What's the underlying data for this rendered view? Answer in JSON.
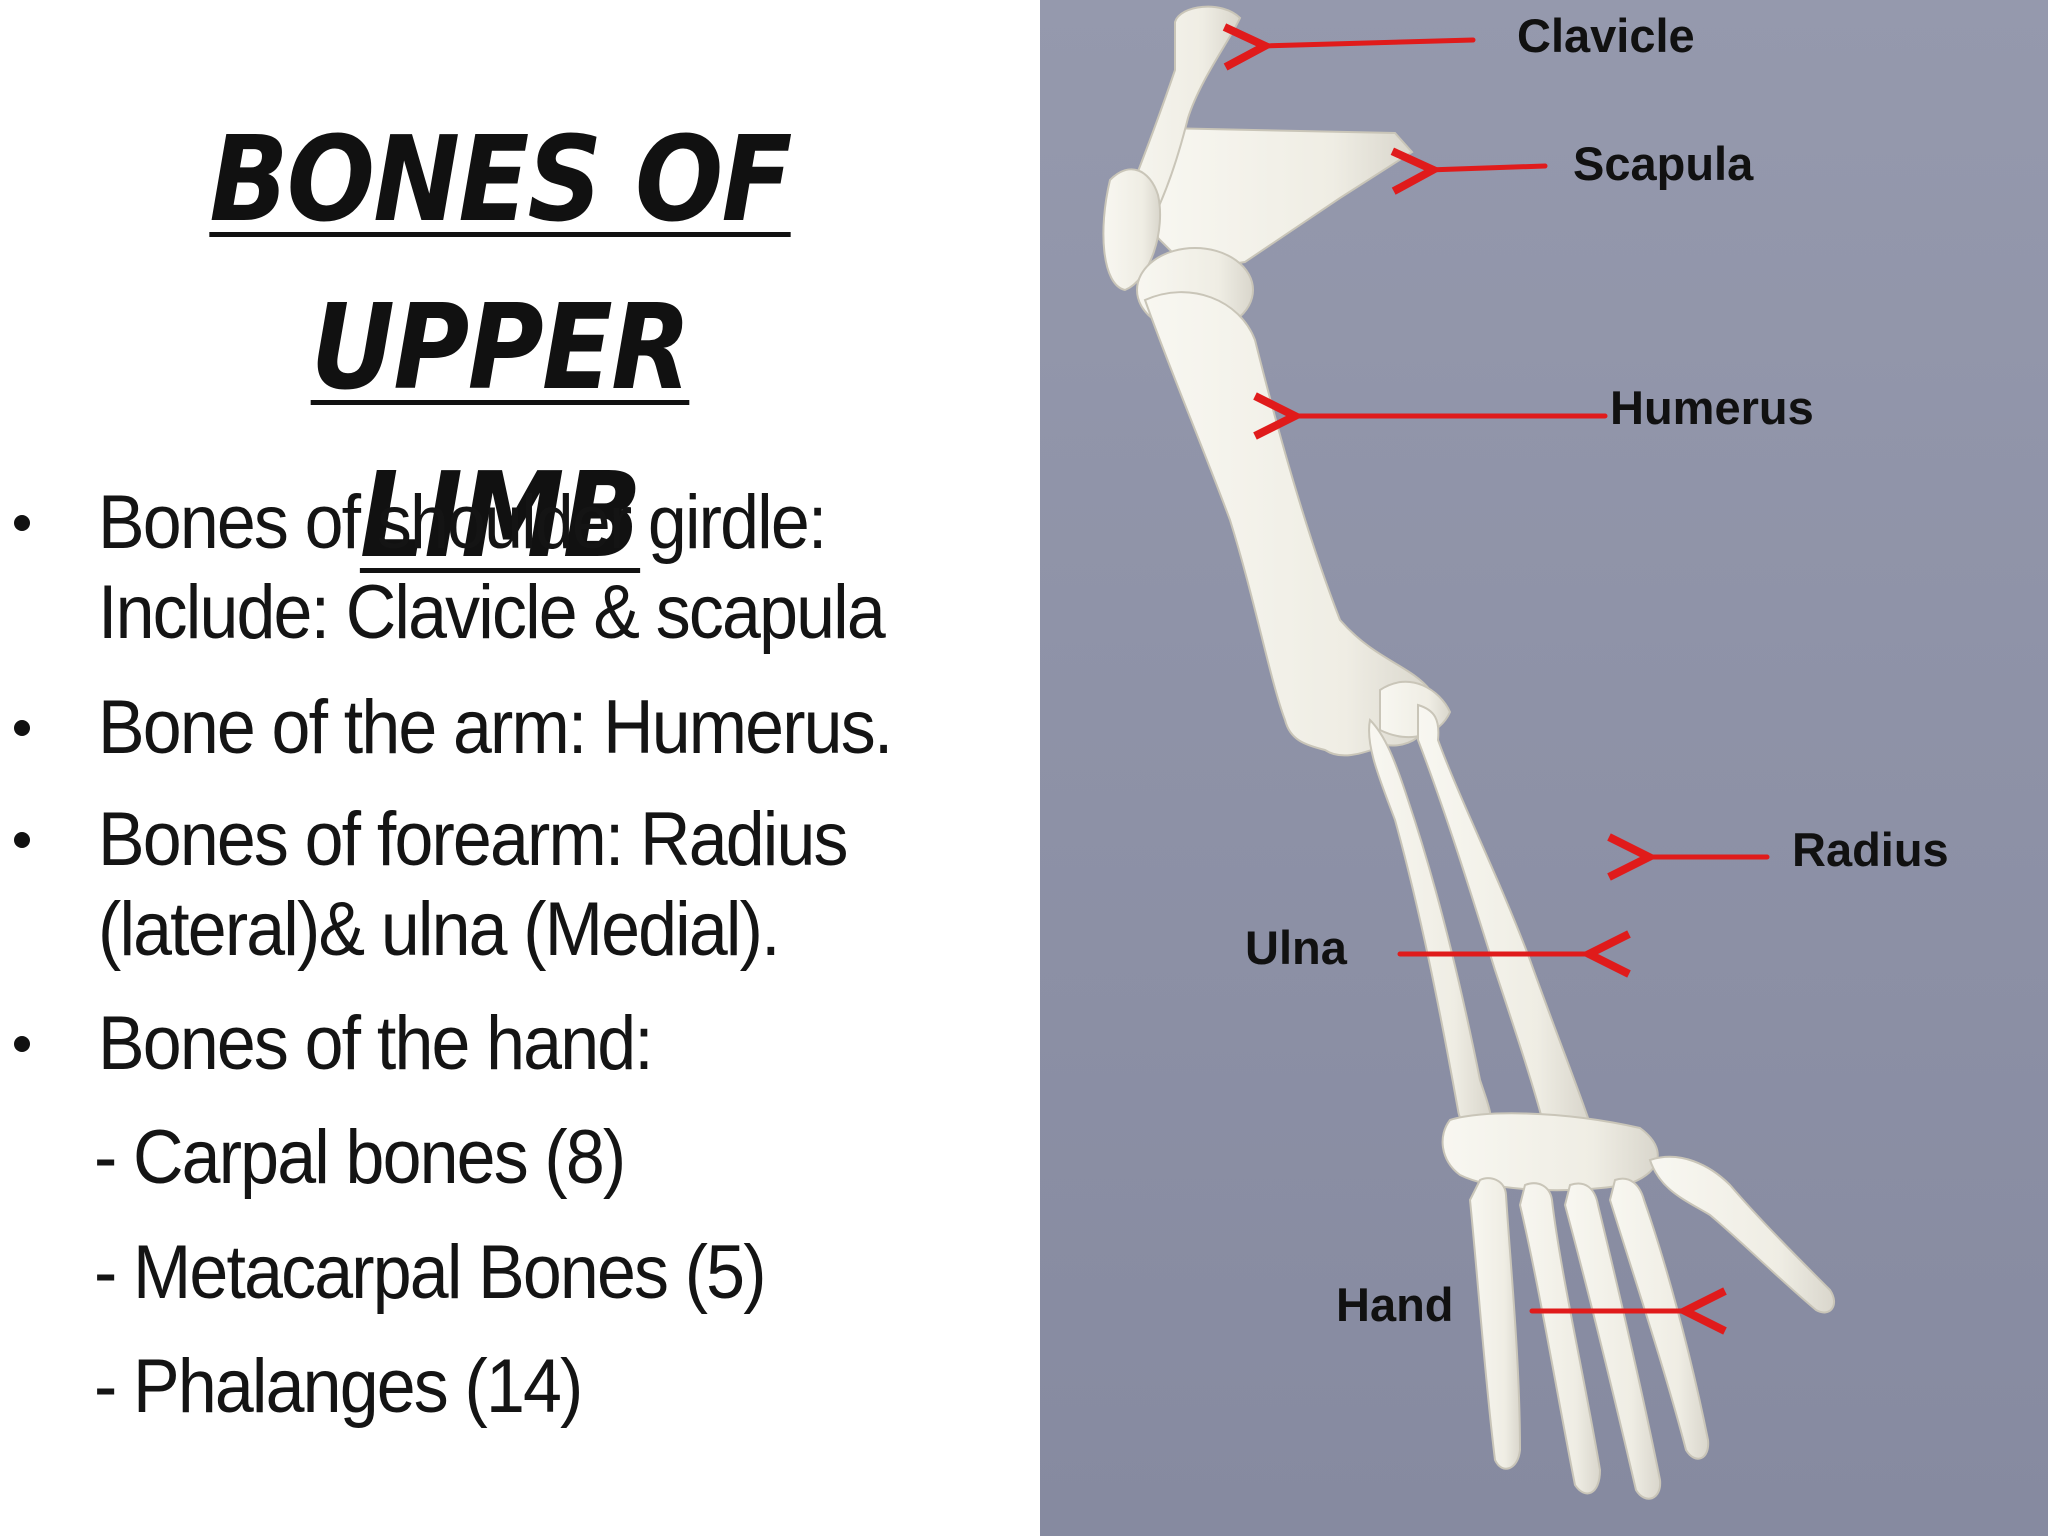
{
  "slide": {
    "title_line1": "BONES OF UPPER",
    "title_line2": "LIMB",
    "bullets": [
      {
        "lines": [
          "Bones of shoulder girdle:",
          "Include: Clavicle & scapula"
        ]
      },
      {
        "lines": [
          "Bone of the arm: Humerus."
        ]
      },
      {
        "lines": [
          "Bones of forearm: Radius",
          "(lateral)& ulna (Medial)."
        ]
      },
      {
        "lines": [
          "Bones of the hand:"
        ]
      }
    ],
    "hand_subitems": [
      "- Carpal bones (8)",
      "- Metacarpal Bones (5)",
      "- Phalanges (14)"
    ]
  },
  "figure": {
    "labels": {
      "clavicle": "Clavicle",
      "scapula": "Scapula",
      "humerus": "Humerus",
      "radius": "Radius",
      "ulna": "Ulna",
      "hand": "Hand"
    },
    "colors": {
      "background": "#8f94a8",
      "bone": "#f4f2ea",
      "arrow": "#e01b1b"
    }
  }
}
